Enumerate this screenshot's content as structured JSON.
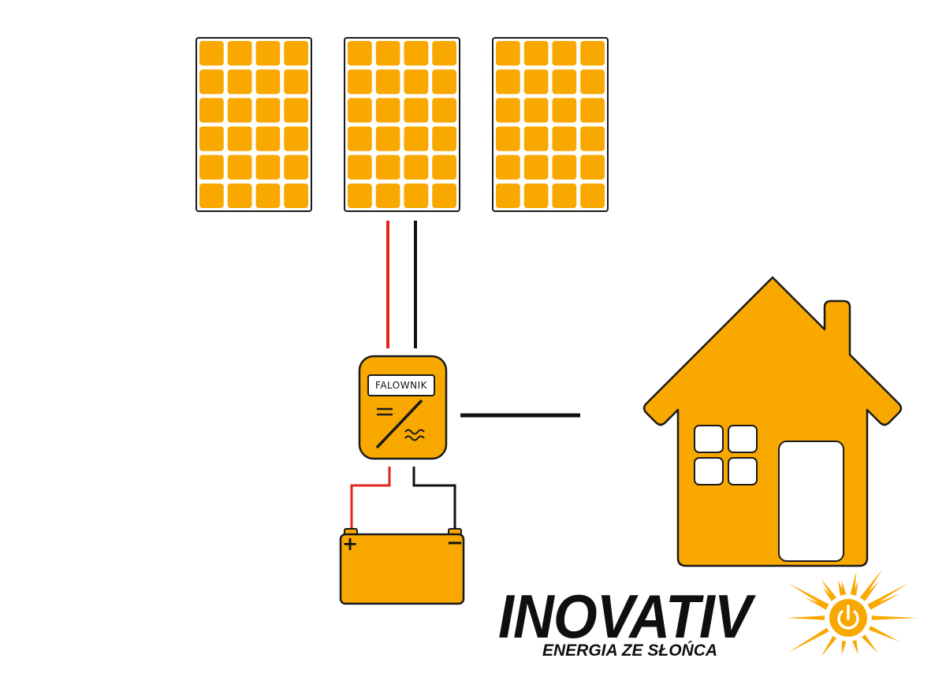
{
  "inverter": {
    "label": "FALOWNIK"
  },
  "battery": {
    "plus": "+",
    "minus": "−"
  },
  "logo": {
    "name": "INOVATIV",
    "tagline": "ENERGIA ZE SŁOŃCA"
  },
  "colors": {
    "accent": "#f9a800",
    "outline": "#1a1a1a",
    "wire_positive": "#e0261b",
    "wire_negative": "#111111",
    "background": "#ffffff"
  },
  "panels": {
    "count": 3,
    "cell_columns": 4,
    "cell_rows": 6
  },
  "icons": [
    "solar-panel-icon",
    "inverter-icon",
    "battery-icon",
    "house-icon",
    "sun-power-icon"
  ]
}
